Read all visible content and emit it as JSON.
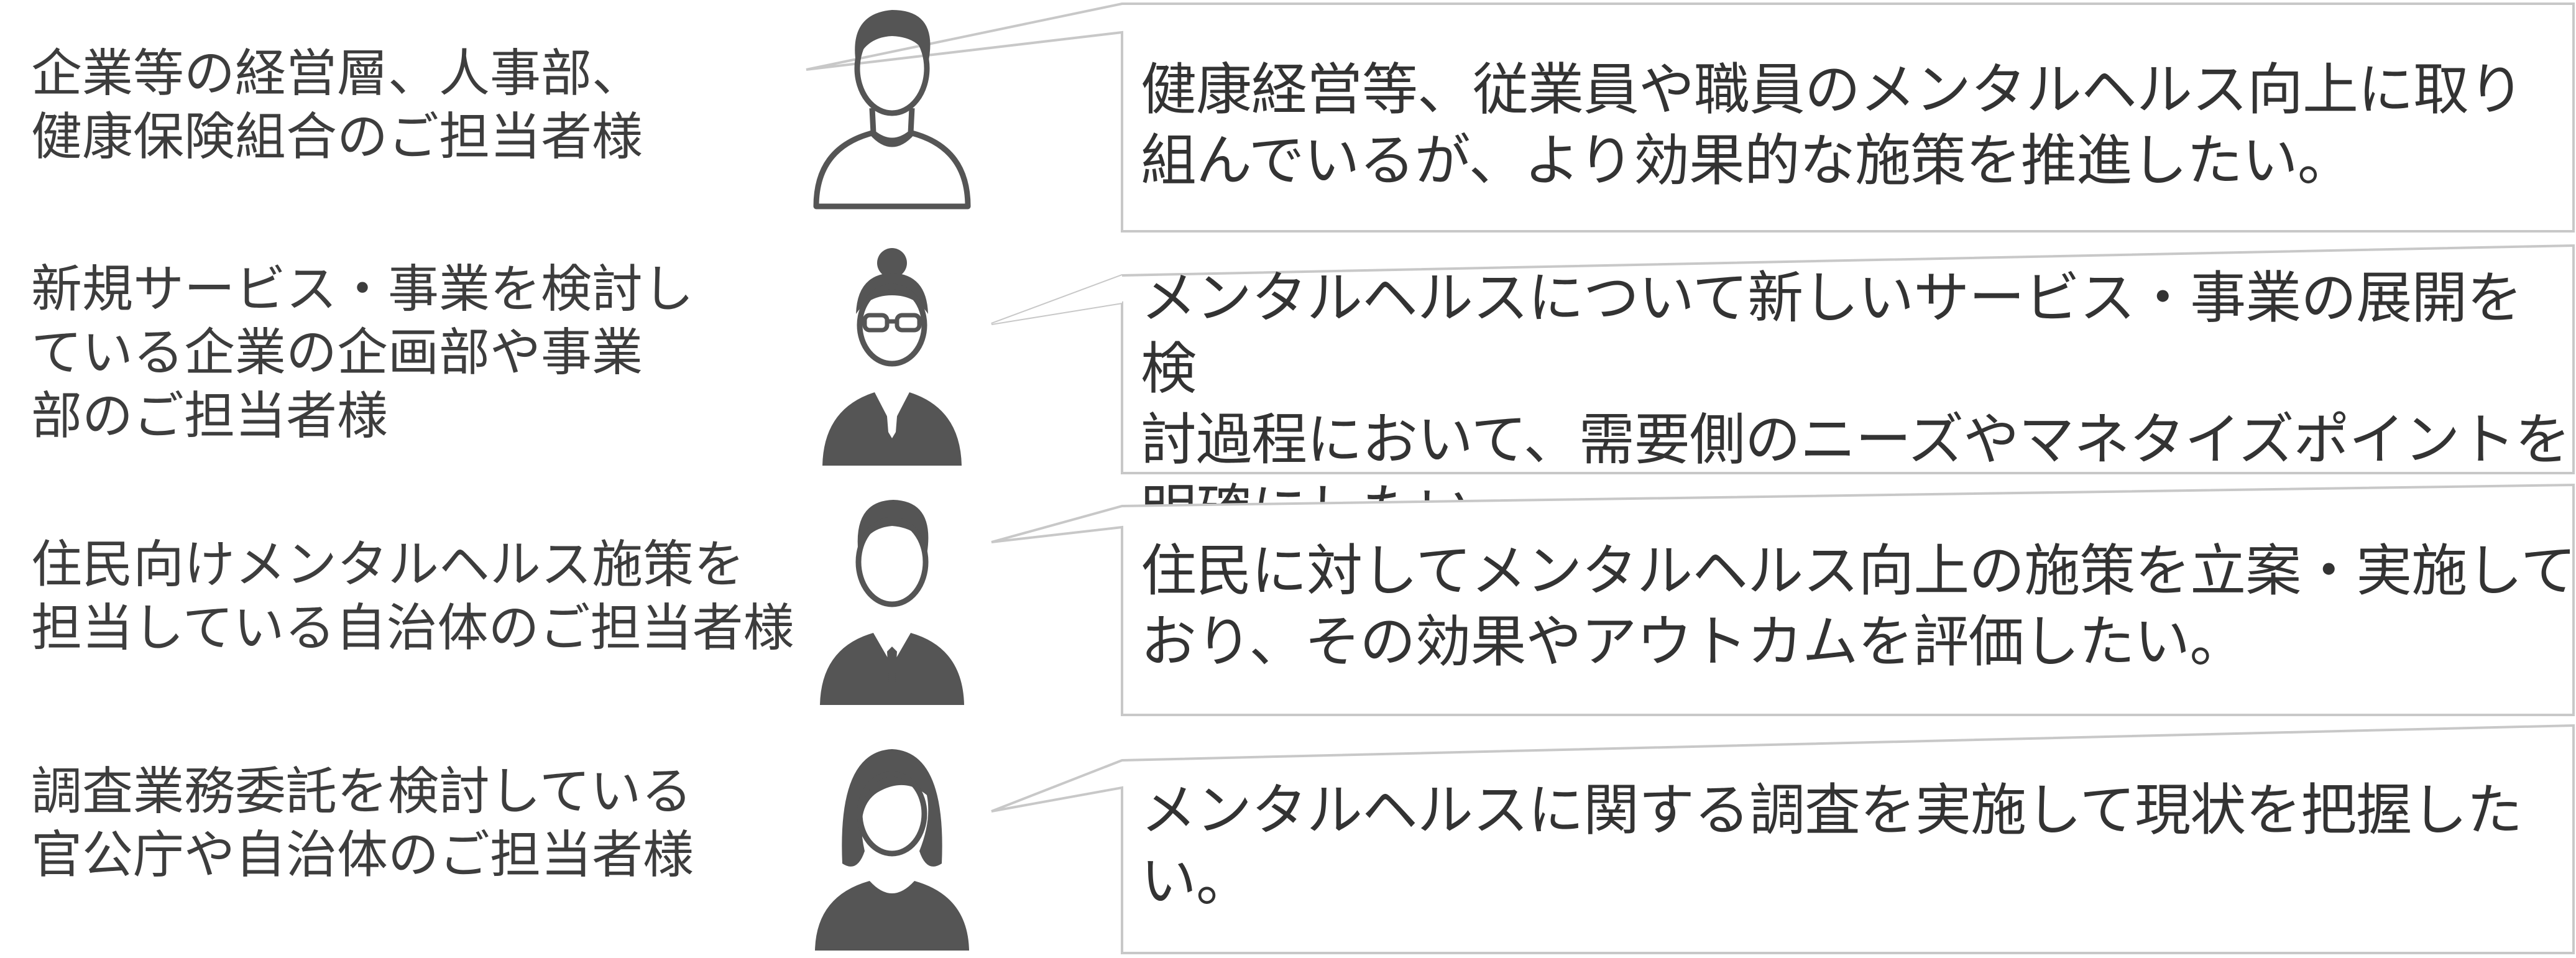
{
  "rows": [
    {
      "audience": "企業等の経営層、人事部、\n健康保険組合のご担当者様",
      "icon": "man-casual-icon",
      "need": "健康経営等、従業員や職員のメンタルヘルス向上に取り\n組んでいるが、より効果的な施策を推進したい。"
    },
    {
      "audience": "新規サービス・事業を検討し\nている企業の企画部や事業\n部のご担当者様",
      "icon": "woman-glasses-suit-icon",
      "need": "メンタルヘルスについて新しいサービス・事業の展開を検\n討過程において、需要側のニーズやマネタイズポイントを\n明確にしたい。"
    },
    {
      "audience": "住民向けメンタルヘルス施策を\n担当している自治体のご担当者様",
      "icon": "man-suit-icon",
      "need": "住民に対してメンタルヘルス向上の施策を立案・実施して\nおり、その効果やアウトカムを評価したい。"
    },
    {
      "audience": "調査業務委託を検討している\n官公庁や自治体のご担当者様",
      "icon": "woman-icon",
      "need": "メンタルヘルスに関する調査を実施して現状を把握した\nい。"
    }
  ],
  "colors": {
    "icon": "#555555",
    "border": "#c8c8c8",
    "text": "#3a3a3a"
  }
}
